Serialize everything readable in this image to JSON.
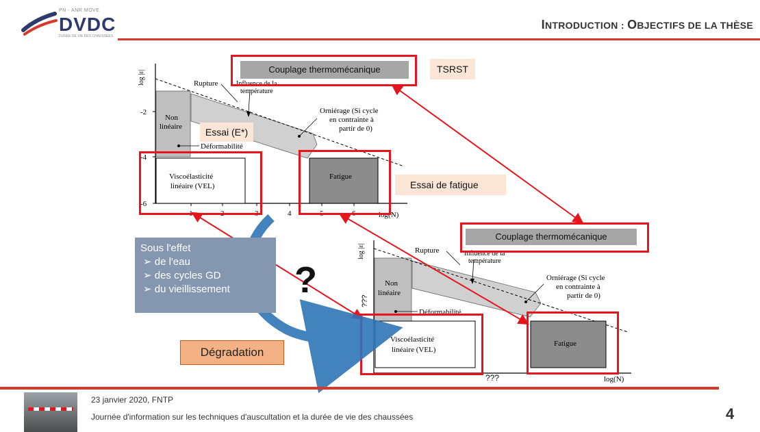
{
  "header": {
    "logo_top": "PN - ANR MOVE",
    "logo_main": "DVDC",
    "logo_sub": "DURÉE DE VIE DES CHAUSSÉES",
    "title_first": "I",
    "title_rest": "NTRODUCTION : ",
    "title_second": "O",
    "title_rest2": "BJECTIFS DE LA THÈSE"
  },
  "top_chart": {
    "coupling_label": "Couplage thermomécanique",
    "tsrst_label": "TSRST",
    "essai_e_label": "Essai (E*)",
    "essai_fatigue_label": "Essai de fatigue",
    "y_label": "log |ε|",
    "y_ticks": [
      "-2",
      "-4",
      "-6"
    ],
    "x_label": "log(N)",
    "x_ticks": [
      "1",
      "2",
      "3",
      "4",
      "5",
      "6"
    ],
    "rupture": "Rupture",
    "influence": "Influence de la température",
    "non_lineaire": "Non linéaire",
    "deformabilite": "Déformabilité",
    "ornierage": "Orniérage (Si cycle en contrainte à partir de 0)",
    "vel": "Viscoélasticité linéaire (VEL)",
    "fatigue": "Fatigue"
  },
  "bottom_chart": {
    "coupling_label": "Couplage thermomécanique",
    "y_label": "log |ε|",
    "x_label": "log(N)",
    "rupture": "Rupture",
    "influence": "Influence de la température",
    "non_lineaire": "Non linéaire",
    "deformabilite": "Déformabilité",
    "ornierage": "Orniérage (Si cycle en contrainte à partir de 0)",
    "vel": "Viscoélasticité linéaire (VEL)",
    "fatigue": "Fatigue",
    "unknown_left": "???",
    "unknown_bottom": "???"
  },
  "sous_effet": {
    "heading": "Sous l'effet",
    "items": [
      "de l'eau",
      "des cycles GD",
      "du vieillissement"
    ]
  },
  "question_mark": "?",
  "degradation_label": "Dégradation",
  "footer": {
    "date": "23 janvier 2020, FNTP",
    "description": "Journée d'information sur les techniques d'auscultation et la durée de vie des chaussées",
    "page_number": "4"
  },
  "colors": {
    "accent_red": "#e8141c",
    "rule_red": "#d9372a",
    "blue_box": "#8496b0",
    "orange_box": "#f4b183",
    "arrow_blue": "#2e75b6"
  }
}
